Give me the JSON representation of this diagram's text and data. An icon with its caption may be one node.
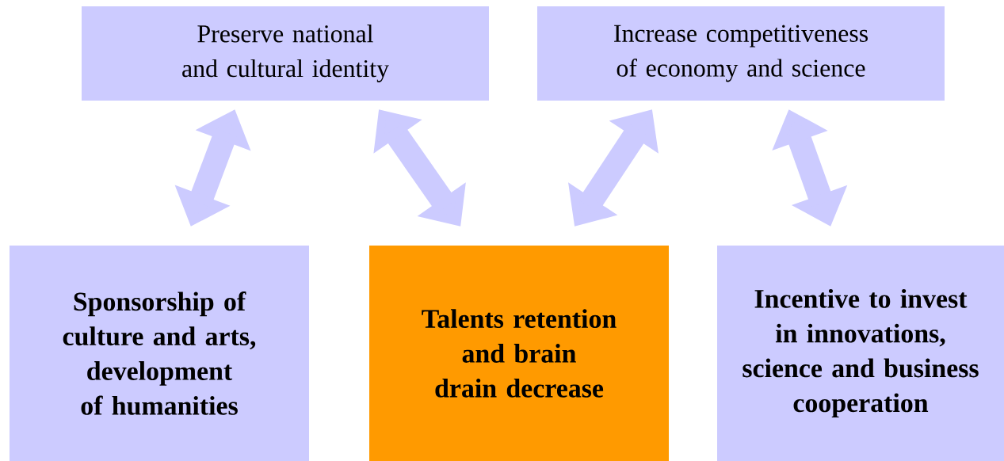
{
  "diagram": {
    "nodes": [
      {
        "text": [
          "Preserve national and cultural identity"
        ]
      },
      {
        "text": [
          "Increase competitiveness of economy and science"
        ]
      },
      {
        "text": [
          "Sponsorship of culture and arts, development of humanities"
        ]
      },
      {
        "text": [
          "Talents retention and brain drain decrease"
        ]
      },
      {
        "text": [
          "Incentive to invest in innovations, science and business cooperation"
        ]
      }
    ],
    "edges": [
      {
        "from": 0,
        "to": 2,
        "arrow": "both"
      },
      {
        "from": 0,
        "to": 3,
        "arrow": "both"
      },
      {
        "from": 1,
        "to": 3,
        "arrow": "both"
      },
      {
        "from": 1,
        "to": 4,
        "arrow": "both"
      }
    ]
  }
}
